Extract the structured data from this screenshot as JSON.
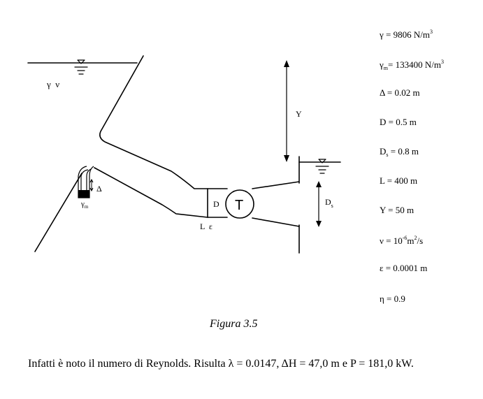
{
  "diagram": {
    "labels": {
      "reservoir_fluid": "γ  ν",
      "delta_manometer": "Δ",
      "gamma_manometer": "γ",
      "gamma_manometer_sub": "m",
      "diameter": "D",
      "turbine": "T",
      "length_roughness": "L  ε",
      "head": "Y",
      "outlet_diameter": "D",
      "outlet_diameter_sub": "s"
    }
  },
  "parameters": {
    "gamma": {
      "lhs": "γ",
      "rhs": "= 9806 N/m",
      "sup": "3"
    },
    "gamma_m": {
      "lhs": "γ",
      "sub": "m",
      "rhs": "= 133400 N/m",
      "sup": "3"
    },
    "delta": {
      "text": "Δ = 0.02 m"
    },
    "D": {
      "text": "D = 0.5 m"
    },
    "Ds": {
      "lhs": "D",
      "sub": "s",
      "rhs": "= 0.8 m"
    },
    "L": {
      "text": "L = 400 m"
    },
    "Y": {
      "text": "Y = 50 m"
    },
    "nu": {
      "lhs": "ν = 10",
      "sup": "-6",
      "rhs": "m",
      "sup2": "2",
      "rhs2": "/s"
    },
    "epsilon": {
      "text": "ε = 0.0001 m"
    },
    "eta": {
      "text": "η = 0.9"
    }
  },
  "caption": "Figura 3.5",
  "body_text": "Infatti è noto il numero di Reynolds. Risulta λ = 0.0147, ΔH = 47,0 m e P = 181,0 kW."
}
